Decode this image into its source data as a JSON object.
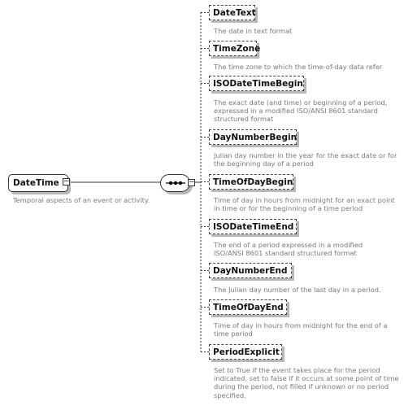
{
  "root": {
    "name": "DateTime",
    "description": "Temporal aspects of an event or activity."
  },
  "elements": [
    {
      "name": "DateText",
      "description": [
        "The date in text format"
      ]
    },
    {
      "name": "TimeZone",
      "description": [
        "The time zone to which the time-of-day data refer"
      ]
    },
    {
      "name": "ISODateTimeBegin",
      "description": [
        "The exact date (and time) or beginning of a period,",
        "expressed in a modified ISO/ANSI 8601 standard",
        "structured format"
      ]
    },
    {
      "name": "DayNumberBegin",
      "description": [
        "Julian day number in the year for the exact date or for",
        "the beginning day of a period"
      ]
    },
    {
      "name": "TimeOfDayBegin",
      "description": [
        "Time of day in hours from midnight for an exact point",
        "in time or for the beginning of a time period"
      ]
    },
    {
      "name": "ISODateTimeEnd",
      "description": [
        "The end of a period expressed in a modified",
        "ISO/ANSI 8601 standard structured format"
      ]
    },
    {
      "name": "DayNumberEnd",
      "description": [
        "The Julian day number of the last day in a period."
      ]
    },
    {
      "name": "TimeOfDayEnd",
      "description": [
        "Time of day in hours from midnight for the end of a",
        "time period"
      ]
    },
    {
      "name": "PeriodExplicit",
      "description": [
        "Set to True if the event takes place for the period",
        "indicated, set to false if it occurs at some point of time",
        "during the period, not filled if unknown or no period",
        "specified."
      ]
    }
  ],
  "colors": {
    "line": "#333333",
    "description": "#7a7a7a",
    "shadow": "#b8b8b8"
  },
  "icons": {
    "expander": "minus-toggle-icon",
    "compositor": "sequence-compositor-icon"
  }
}
